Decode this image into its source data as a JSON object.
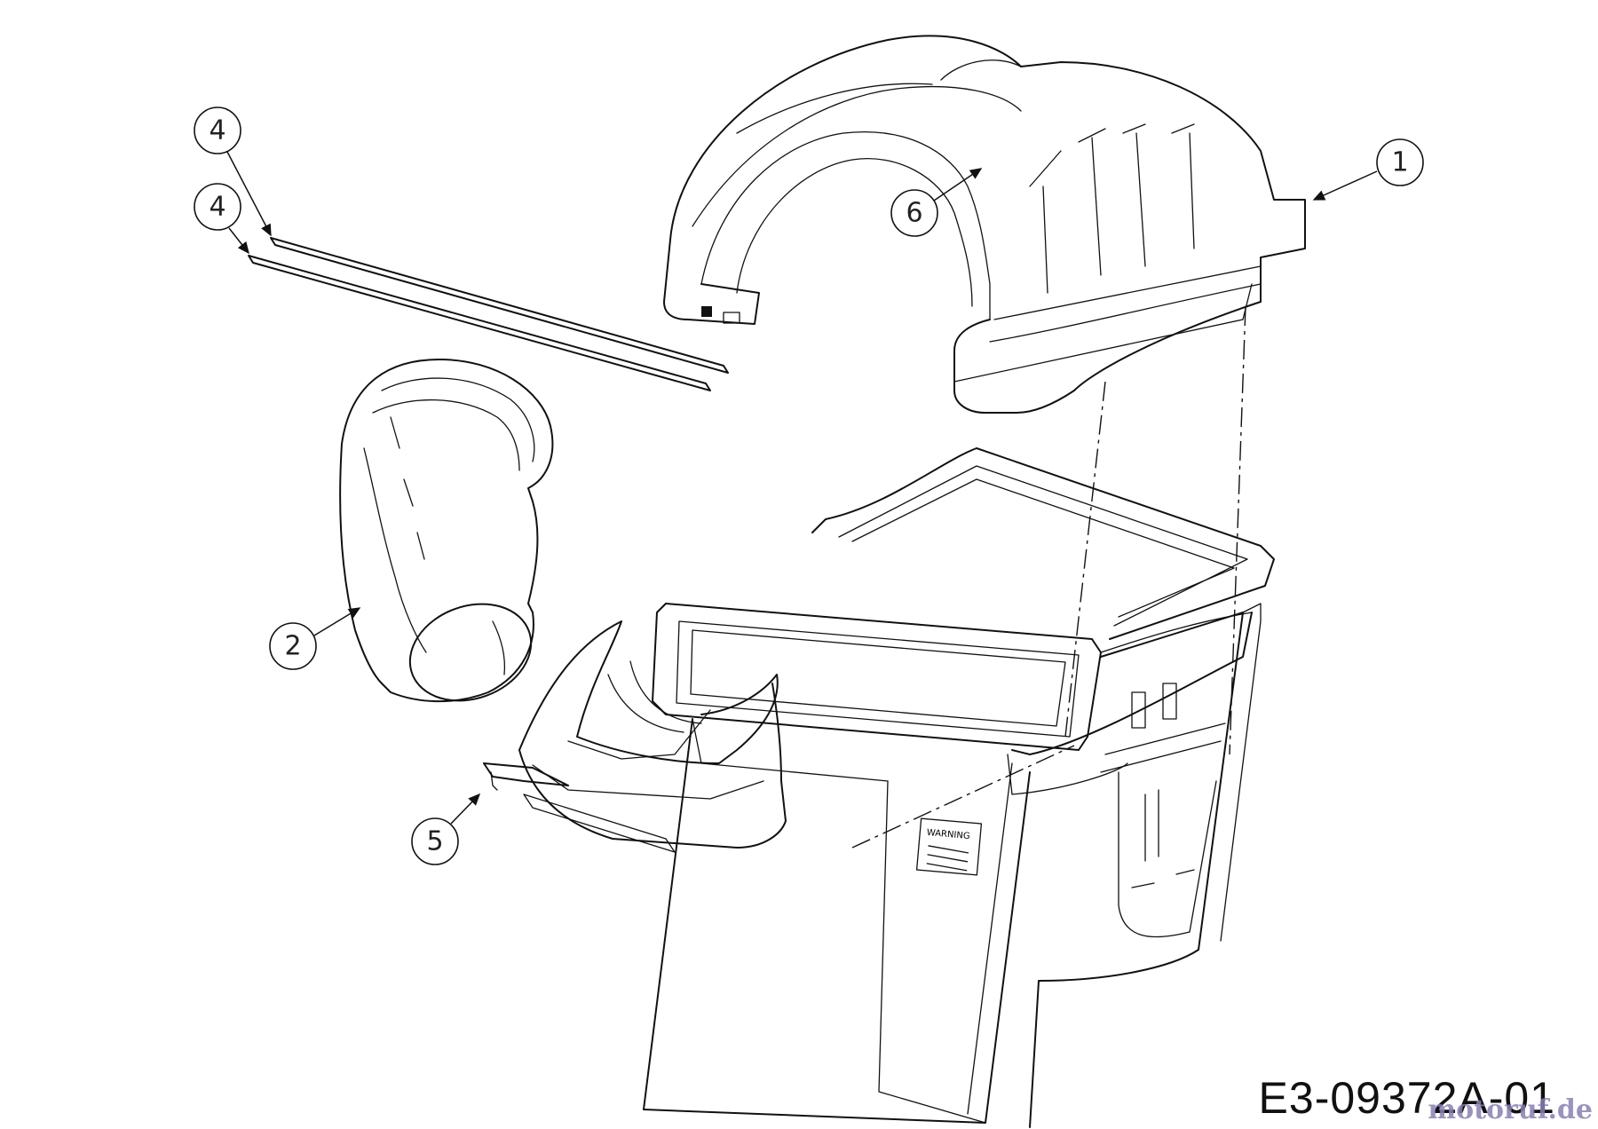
{
  "drawing_code": "E3-09372A-01",
  "watermark": "motoruf.de",
  "callouts": [
    "1",
    "2",
    "4",
    "4",
    "5",
    "6"
  ],
  "warning_label": "WARNING"
}
